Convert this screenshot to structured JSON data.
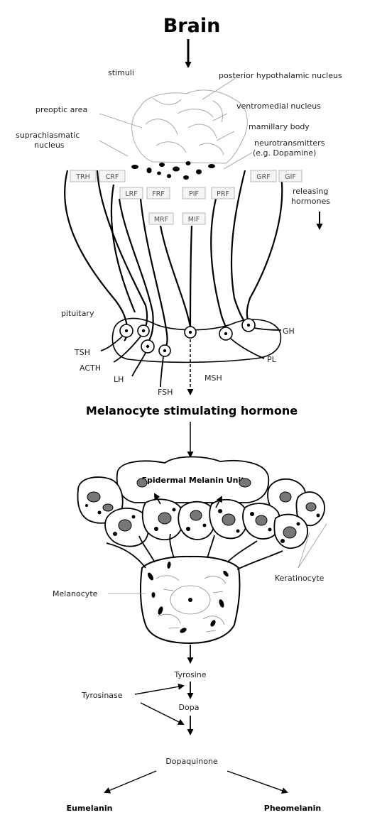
{
  "title": "Brain",
  "hypothalamus": {
    "stimuli": "stimuli",
    "posterior": "posterior hypothalamic nucleus",
    "preoptic": "preoptic area",
    "ventromedial": "ventromedial nucleus",
    "supra_1": "suprachiasmatic",
    "supra_2": "nucleus",
    "mamillary": "mamillary body",
    "neuro_1": "neurotransmitters",
    "neuro_2": "(e.g. Dopamine)"
  },
  "factors": {
    "row1": [
      "TRH",
      "CRF",
      "GRF",
      "GIF"
    ],
    "row2": [
      "LRF",
      "FRF",
      "PIF",
      "PRF"
    ],
    "row3": [
      "MRF",
      "MIF"
    ]
  },
  "releasing_1": "releasing",
  "releasing_2": "hormones",
  "pituitary": {
    "label": "pituitary",
    "hormones": [
      "TSH",
      "ACTH",
      "LH",
      "FSH",
      "MSH",
      "PL",
      "GH"
    ]
  },
  "msh_title": "Melanocyte stimulating hormone",
  "epidermis": {
    "unit_label": "Epidermal Melanin Unit",
    "melanocyte": "Melanocyte",
    "keratinocyte": "Keratinocyte"
  },
  "pathway": {
    "tyrosine": "Tyrosine",
    "tyrosinase": "Tyrosinase",
    "dopa": "Dopa",
    "dopaquinone": "Dopaquinone",
    "eumelanin": "Eumelanin",
    "pheomelanin": "Pheomelanin"
  }
}
